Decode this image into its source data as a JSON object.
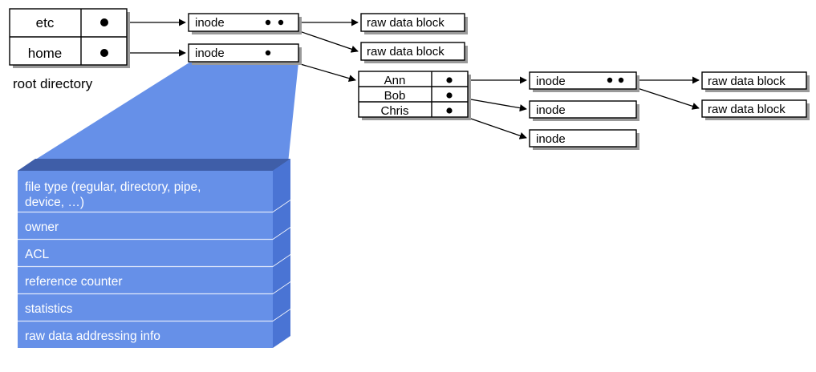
{
  "diagram": {
    "title_caption": "root directory",
    "root_directory": {
      "name": "root-directory-table",
      "rows": [
        {
          "label": "etc",
          "pointer": "●"
        },
        {
          "label": "home",
          "pointer": "●"
        }
      ]
    },
    "home_directory": {
      "name": "home-directory-table",
      "rows": [
        {
          "label": "Ann",
          "pointer": "●"
        },
        {
          "label": "Bob",
          "pointer": "●"
        },
        {
          "label": "Chris",
          "pointer": "●"
        }
      ]
    },
    "inode_label": "inode",
    "raw_data_block_label": "raw data block",
    "inodes_left": [
      {
        "label": "inode",
        "pointers": 2
      },
      {
        "label": "inode",
        "pointers": 1
      }
    ],
    "inodes_right": [
      {
        "label": "inode",
        "pointers": 2
      },
      {
        "label": "inode",
        "pointers": 0
      },
      {
        "label": "inode",
        "pointers": 0
      }
    ],
    "raw_blocks_left": [
      {
        "label": "raw data block"
      },
      {
        "label": "raw data block"
      }
    ],
    "raw_blocks_right": [
      {
        "label": "raw data block"
      },
      {
        "label": "raw data block"
      }
    ],
    "inode_detail_stack": {
      "name": "inode-contents-stack",
      "fields": [
        {
          "text": "file type (regular, directory, pipe,",
          "text2": "device, …)",
          "lines": 2
        },
        {
          "text": "owner",
          "lines": 1
        },
        {
          "text": "ACL",
          "lines": 1
        },
        {
          "text": "reference counter",
          "lines": 1
        },
        {
          "text": "statistics",
          "lines": 1
        },
        {
          "text": "raw data addressing info",
          "lines": 1
        }
      ]
    },
    "colors": {
      "stack_front": "#6690e8",
      "stack_top": "#3f5ea8",
      "stack_side": "#4a74d4",
      "fan": "#6690e8",
      "box_stroke": "#000000",
      "box_fill": "#ffffff",
      "shadow": "#9a9a9a",
      "text": "#000000",
      "stack_text": "#ffffff"
    }
  }
}
